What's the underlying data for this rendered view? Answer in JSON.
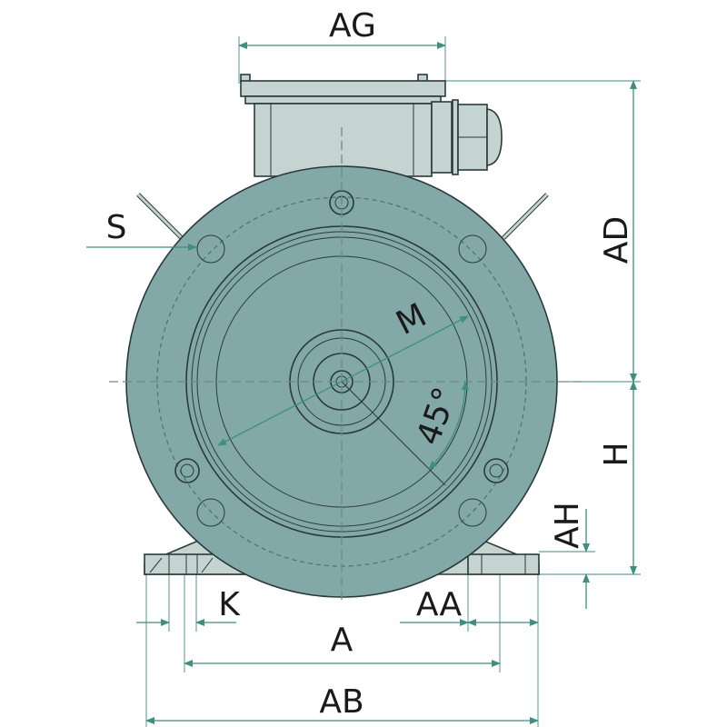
{
  "title": "Electric motor front view dimensions",
  "colors": {
    "flange": "#82a9a7",
    "terminal_box": "#c6d4d1",
    "dimension": "#3f8e7e",
    "outline": "#2a3a3a"
  },
  "labels": {
    "AG": "AG",
    "S": "S",
    "AD": "AD",
    "M": "M",
    "angle": "45°",
    "H": "H",
    "AH": "AH",
    "K": "K",
    "AA": "AA",
    "A": "A",
    "AB": "AB"
  }
}
